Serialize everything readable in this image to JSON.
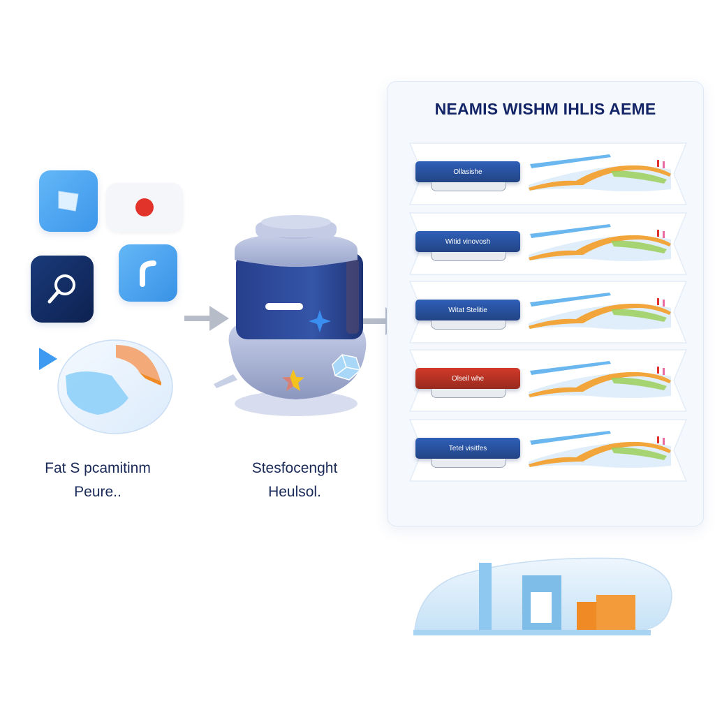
{
  "left_caption": {
    "line1": "Fat S pcamitinm",
    "line2": "Peure.."
  },
  "center_caption": {
    "line1": "Stesfocenght",
    "line2": "Heulsol."
  },
  "panel": {
    "title": "NEAMIS WISHM IHLIS AEME",
    "rows": [
      {
        "chip_label": "Ollasishe",
        "chip_color": "#2f5fb8"
      },
      {
        "chip_label": "Witid vinovosh",
        "chip_color": "#2f5fb8"
      },
      {
        "chip_label": "Witat Stelitie",
        "chip_color": "#2f5fb8"
      },
      {
        "chip_label": "Olseil whe",
        "chip_color": "#d23a2a"
      },
      {
        "chip_label": "Tetel visitfes",
        "chip_color": "#2f5fb8"
      }
    ]
  },
  "icons": {
    "tile1": "square-icon",
    "tile2": "record-dot-icon",
    "tile3": "search-icon",
    "tile4": "curve-icon",
    "play": "play-icon",
    "bubble": "chart-bubble-icon",
    "machine": "processor-machine-icon",
    "star": "star-icon",
    "sparkle": "sparkle-icon",
    "arrow": "arrow-right-icon",
    "mini": "bar-building-icon"
  },
  "colors": {
    "primary": "#2f5fb8",
    "dark": "#10265e",
    "light_blue": "#5aaaf0",
    "accent_red": "#e2332a",
    "accent_orange": "#f08a25"
  }
}
